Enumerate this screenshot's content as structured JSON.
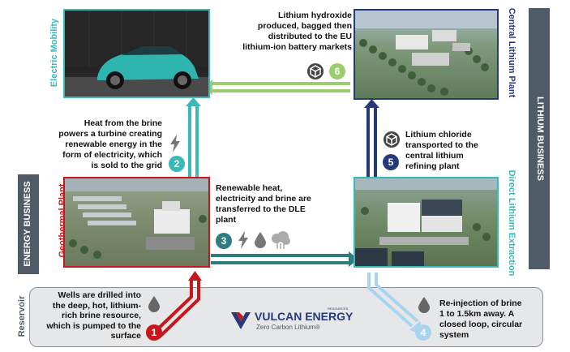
{
  "labels": {
    "lithium_business": "LITHIUM BUSINESS",
    "energy_business": "ENERGY BUSINESS",
    "reservoir": "Reservoir",
    "electric_mobility": "Electric Mobility",
    "central_lithium_plant": "Central Lithium Plant",
    "geothermal_plant": "Geothermal Plant",
    "direct_lithium_extraction": "Direct Lithium Extraction"
  },
  "steps": [
    {
      "num": "1",
      "text": "Wells are drilled into the deep, hot, lithium-rich brine resource, which is pumped to the surface"
    },
    {
      "num": "2",
      "text": "Heat from the brine powers a turbine creating renewable energy in the form of electricity, which is sold to the grid"
    },
    {
      "num": "3",
      "text": "Renewable heat, electricity and brine are transferred to the DLE plant"
    },
    {
      "num": "4",
      "text": "Re-injection of brine 1 to 1.5km away. A closed loop, circular system"
    },
    {
      "num": "5",
      "text": "Lithium chloride transported to the central lithium refining plant"
    },
    {
      "num": "6",
      "text": "Lithium hydroxide produced, bagged then distributed to the EU lithium-ion battery markets"
    }
  ],
  "logo": {
    "name": "VULCAN ENERGY",
    "tagline": "Zero Carbon Lithium®",
    "small": "RESOURCES"
  },
  "colors": {
    "teal": "#3bb8b8",
    "green": "#9ccc6e",
    "navy": "#263a7a",
    "red": "#c8161d",
    "lightblue": "#a8d4f0",
    "grey": "#4f5b66"
  }
}
